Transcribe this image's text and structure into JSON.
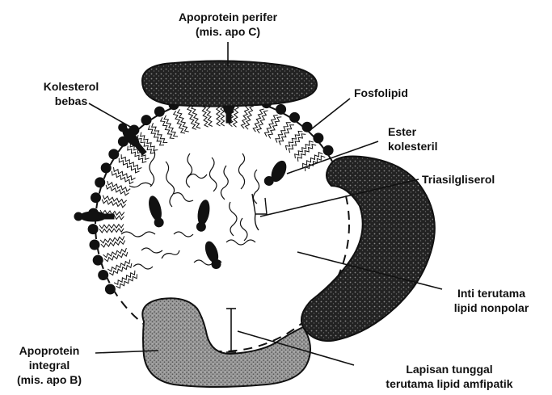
{
  "labels": {
    "apo_perifer": {
      "line1": "Apoprotein perifer",
      "line2": "(mis. apo C)"
    },
    "kolesterol_bebas": {
      "line1": "Kolesterol",
      "line2": "bebas"
    },
    "fosfolipid": {
      "line1": "Fosfolipid"
    },
    "ester_kolesteril": {
      "line1": "Ester",
      "line2": "kolesteril"
    },
    "triasilgliserol": {
      "line1": "Triasilgliserol"
    },
    "inti": {
      "line1": "Inti terutama",
      "line2": "lipid nonpolar"
    },
    "apo_integral": {
      "line1": "Apoprotein",
      "line2": "integral",
      "line3": "(mis. apo B)"
    },
    "lapisan": {
      "line1": "Lapisan tunggal",
      "line2": "terutama lipid amfipatik"
    }
  },
  "colors": {
    "ink": "#111111",
    "protein_dark": "#2a2a2a",
    "protein_light": "#8f8f8f"
  }
}
